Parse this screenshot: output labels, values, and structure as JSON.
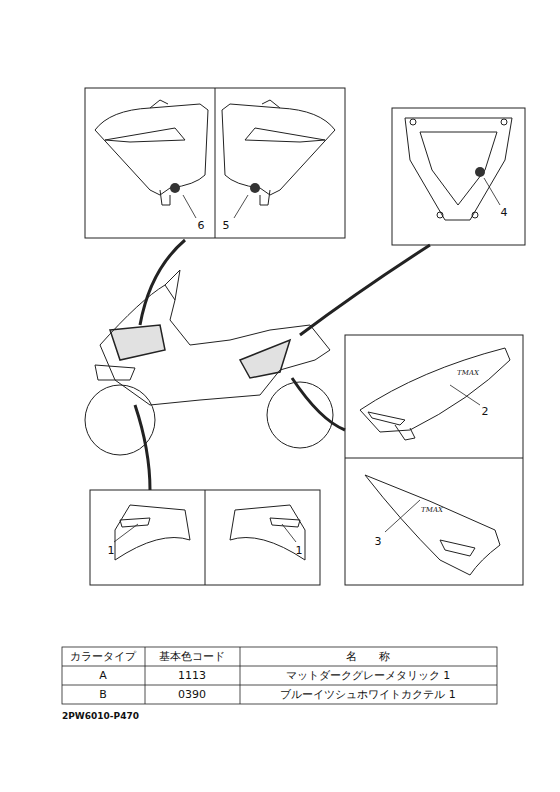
{
  "diagram": {
    "labels": [
      "6",
      "5",
      "4",
      "TMAX",
      "2",
      "TMAX",
      "3",
      "1",
      "1",
      "カラータイプ",
      "基本色コード",
      "名　　称",
      "A",
      "1113",
      "マットダークグレーメタリック 1",
      "B",
      "0390",
      "ブルーイツシュホワイトカクテル 1",
      "2PW6010-P470"
    ]
  }
}
